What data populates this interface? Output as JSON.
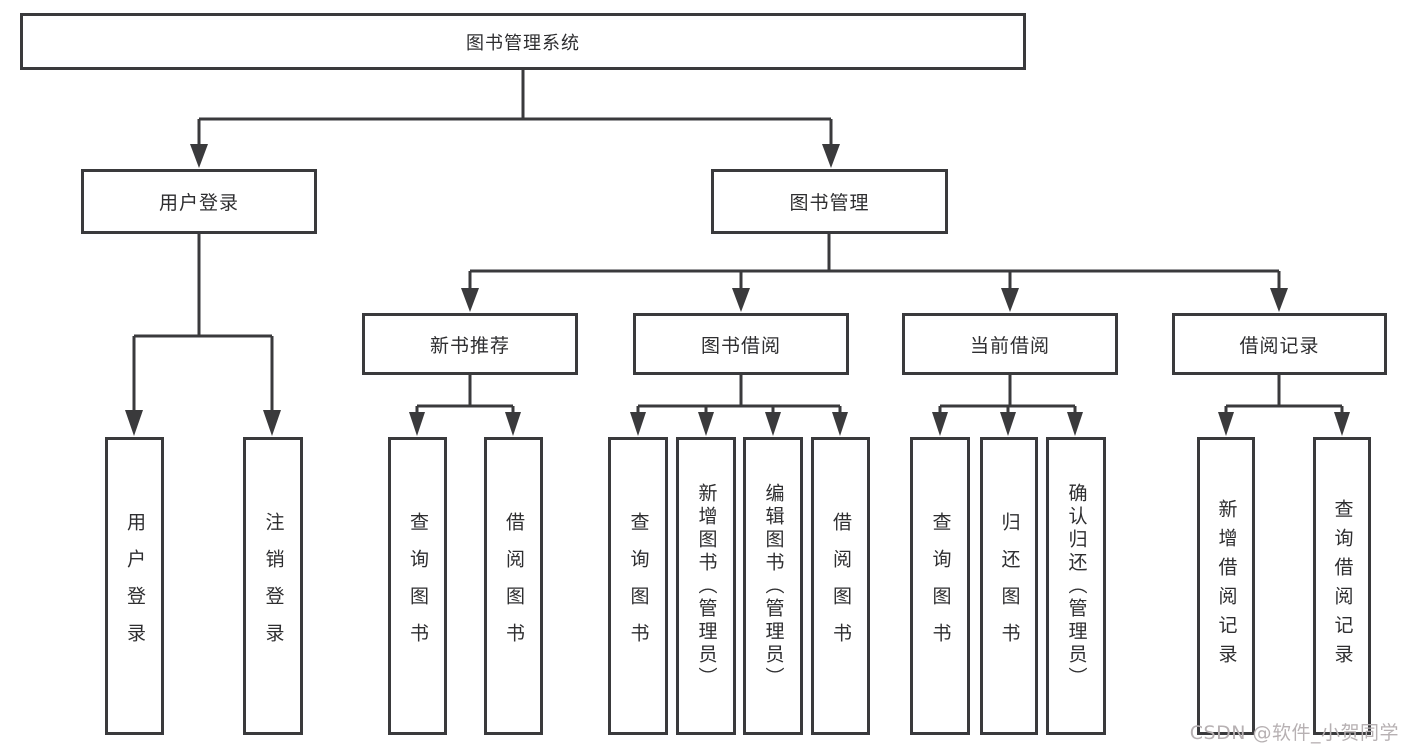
{
  "root": {
    "label": "图书管理系统"
  },
  "level2": [
    {
      "label": "用户登录",
      "children": [
        "用户登录",
        "注销登录"
      ]
    },
    {
      "label": "图书管理"
    }
  ],
  "level3": [
    {
      "label": "新书推荐",
      "children": [
        "查询图书",
        "借阅图书"
      ]
    },
    {
      "label": "图书借阅",
      "children": [
        "查询图书",
        "新增图书（管理员）",
        "编辑图书（管理员）",
        "借阅图书"
      ]
    },
    {
      "label": "当前借阅",
      "children": [
        "查询图书",
        "归还图书",
        "确认归还（管理员）"
      ]
    },
    {
      "label": "借阅记录",
      "children": [
        "新增借阅记录",
        "查询借阅记录"
      ]
    }
  ],
  "watermark": {
    "text": "CSDN @软件_小贺同学"
  },
  "colors": {
    "line": "#3a3a3c",
    "text": "#2e2e30",
    "watermark": "#b7b1b3",
    "background": "#ffffff"
  }
}
